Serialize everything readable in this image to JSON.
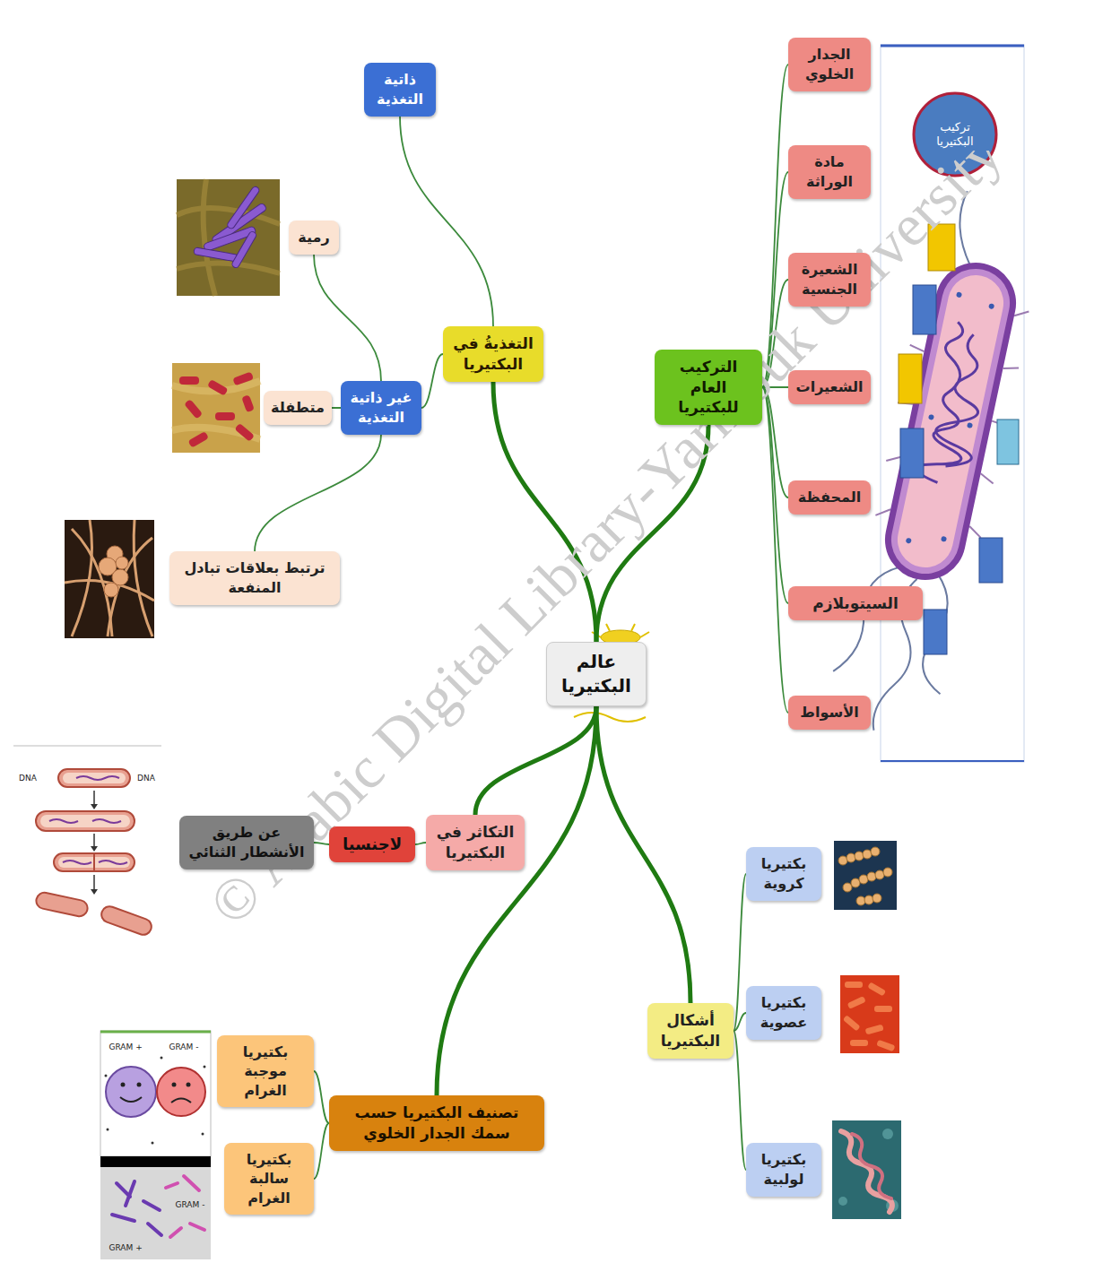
{
  "diagram": {
    "nodes": [
      {
        "text": [
          "عالم البكتيريا"
        ]
      },
      {
        "text": [
          "التغذيةُ في البكتيريا"
        ]
      },
      {
        "text": [
          "ذاتية التغذية"
        ]
      },
      {
        "text": [
          "غير ذاتية التغذية"
        ]
      },
      {
        "text": [
          "رمية"
        ]
      },
      {
        "text": [
          "متطفلة"
        ]
      },
      {
        "text": [
          "ترتبط بعلاقات تبادل المنفعة"
        ]
      },
      {
        "text": [
          "التركيب العام للبكتيريا"
        ]
      },
      {
        "text": [
          "الجدار الخلوي"
        ]
      },
      {
        "text": [
          "مادة الوراثة"
        ]
      },
      {
        "text": [
          "الشعيرة الجنسية"
        ]
      },
      {
        "text": [
          "الشعيرات"
        ]
      },
      {
        "text": [
          "المحفظة"
        ]
      },
      {
        "text": [
          "السيتوبلازم"
        ]
      },
      {
        "text": [
          "الأسواط"
        ]
      },
      {
        "text": [
          "التكاثر في البكتيريا"
        ]
      },
      {
        "text": [
          "لاجنسيا"
        ]
      },
      {
        "text": [
          "عن طريق الأنشطار الثنائي"
        ]
      },
      {
        "text": [
          "تصنيف البكتيريا حسب سمك الجدار الخلوي"
        ]
      },
      {
        "text": [
          "بكتيريا موجبة الغرام"
        ]
      },
      {
        "text": [
          "بكتيريا سالبة الغرام"
        ]
      },
      {
        "text": [
          "أشكال البكتيريا"
        ]
      },
      {
        "text": [
          "بكتيريا كروية"
        ]
      },
      {
        "text": [
          "بكتيريا عصوية"
        ]
      },
      {
        "text": [
          "بكتيريا لولبية"
        ]
      }
    ],
    "edges": [
      {
        "from": 0,
        "to": 1,
        "arrow": "none"
      },
      {
        "from": 0,
        "to": 7,
        "arrow": "none"
      },
      {
        "from": 0,
        "to": 15,
        "arrow": "none"
      },
      {
        "from": 0,
        "to": 18,
        "arrow": "none"
      },
      {
        "from": 0,
        "to": 21,
        "arrow": "none"
      },
      {
        "from": 1,
        "to": 2,
        "arrow": "none"
      },
      {
        "from": 1,
        "to": 3,
        "arrow": "none"
      },
      {
        "from": 3,
        "to": 4,
        "arrow": "none"
      },
      {
        "from": 3,
        "to": 5,
        "arrow": "none"
      },
      {
        "from": 3,
        "to": 6,
        "arrow": "none"
      },
      {
        "from": 7,
        "to": 8,
        "arrow": "none"
      },
      {
        "from": 7,
        "to": 9,
        "arrow": "none"
      },
      {
        "from": 7,
        "to": 10,
        "arrow": "none"
      },
      {
        "from": 7,
        "to": 11,
        "arrow": "none"
      },
      {
        "from": 7,
        "to": 12,
        "arrow": "none"
      },
      {
        "from": 7,
        "to": 13,
        "arrow": "none"
      },
      {
        "from": 7,
        "to": 14,
        "arrow": "none"
      },
      {
        "from": 15,
        "to": 16,
        "arrow": "none"
      },
      {
        "from": 16,
        "to": 17,
        "arrow": "none"
      },
      {
        "from": 18,
        "to": 19,
        "arrow": "none"
      },
      {
        "from": 18,
        "to": 20,
        "arrow": "none"
      },
      {
        "from": 21,
        "to": 22,
        "arrow": "none"
      },
      {
        "from": 21,
        "to": 23,
        "arrow": "none"
      },
      {
        "from": 21,
        "to": 24,
        "arrow": "none"
      }
    ],
    "labels": [
      "© Arabic Digital Library-Yarmouk University",
      "تركيب البكتيريا",
      "DNA",
      "DNA",
      "GRAM +",
      "GRAM -",
      "GRAM -",
      "GRAM +"
    ]
  }
}
